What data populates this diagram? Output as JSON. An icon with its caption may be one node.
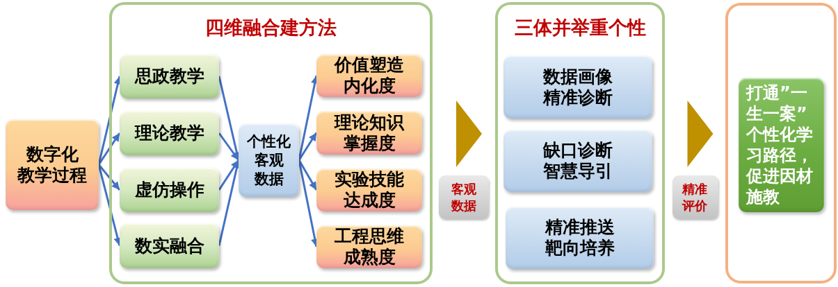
{
  "diagram": {
    "nodes": [
      {
        "text": [
          "数字化教学过程"
        ]
      },
      {
        "text": [
          "四维融合建方法"
        ]
      },
      {
        "text": [
          "思政教学"
        ],
        "in": 1
      },
      {
        "text": [
          "理论教学"
        ],
        "in": 1
      },
      {
        "text": [
          "虚仿操作"
        ],
        "in": 1
      },
      {
        "text": [
          "数实融合"
        ],
        "in": 1
      },
      {
        "text": [
          "个性化客观数据"
        ],
        "in": 1
      },
      {
        "text": [
          "价值塑造内化度"
        ],
        "in": 1
      },
      {
        "text": [
          "理论知识掌握度"
        ],
        "in": 1
      },
      {
        "text": [
          "实验技能达成度"
        ],
        "in": 1
      },
      {
        "text": [
          "工程思维成熟度"
        ],
        "in": 1
      },
      {
        "text": [
          "三体并举重个性"
        ]
      },
      {
        "text": [
          "数据画像精准诊断"
        ],
        "in": 11
      },
      {
        "text": [
          "缺口诊断智慧导引"
        ],
        "in": 11
      },
      {
        "text": [
          "精准推送靶向培养"
        ],
        "in": 11
      },
      {
        "text": [],
        "shape": "box"
      },
      {
        "text": [
          "打通”一生一案”个性化学习路径，促进因材施教"
        ],
        "in": 15
      }
    ],
    "edges": [
      {
        "from": 0,
        "to": 2,
        "arrow": "to"
      },
      {
        "from": 0,
        "to": 3,
        "arrow": "to"
      },
      {
        "from": 0,
        "to": 4,
        "arrow": "to"
      },
      {
        "from": 0,
        "to": 5,
        "arrow": "to"
      },
      {
        "from": 2,
        "to": 6,
        "arrow": "to"
      },
      {
        "from": 3,
        "to": 6,
        "arrow": "to"
      },
      {
        "from": 4,
        "to": 6,
        "arrow": "to"
      },
      {
        "from": 5,
        "to": 6,
        "arrow": "to"
      },
      {
        "from": 6,
        "to": 7,
        "arrow": "to"
      },
      {
        "from": 6,
        "to": 8,
        "arrow": "to"
      },
      {
        "from": 6,
        "to": 9,
        "arrow": "to"
      },
      {
        "from": 6,
        "to": 10,
        "arrow": "to"
      },
      {
        "from": 1,
        "to": 11,
        "arrow": "to",
        "label": "客观数据",
        "style": "thick",
        "color": "#bf9000"
      },
      {
        "from": 11,
        "to": 15,
        "arrow": "to",
        "label": "精准评价",
        "style": "thick",
        "color": "#bf9000"
      }
    ]
  }
}
